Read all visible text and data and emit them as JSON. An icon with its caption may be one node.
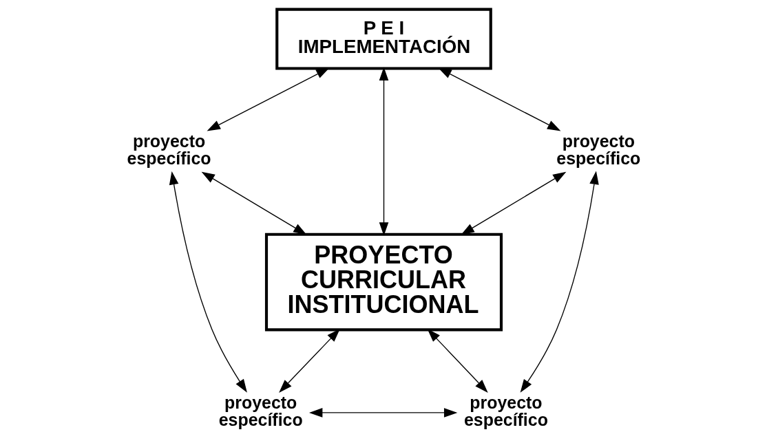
{
  "diagram": {
    "nodes": [
      {
        "text": [
          "P E I IMPLEMENTACIÓN"
        ]
      },
      {
        "text": [
          "proyecto específico"
        ]
      },
      {
        "text": [
          "proyecto específico"
        ]
      },
      {
        "text": [
          "PROYECTO CURRICULAR INSTITUCIONAL"
        ]
      },
      {
        "text": [
          "proyecto específico"
        ]
      },
      {
        "text": [
          "proyecto específico"
        ]
      }
    ],
    "edges": [
      {
        "from": 0,
        "to": 1,
        "arrow": "both"
      },
      {
        "from": 0,
        "to": 3,
        "arrow": "both"
      },
      {
        "from": 0,
        "to": 2,
        "arrow": "both"
      },
      {
        "from": 1,
        "to": 3,
        "arrow": "both"
      },
      {
        "from": 2,
        "to": 3,
        "arrow": "both"
      },
      {
        "from": 1,
        "to": 4,
        "arrow": "both"
      },
      {
        "from": 2,
        "to": 5,
        "arrow": "both"
      },
      {
        "from": 3,
        "to": 4,
        "arrow": "both"
      },
      {
        "from": 3,
        "to": 5,
        "arrow": "both"
      },
      {
        "from": 4,
        "to": 5,
        "arrow": "both"
      }
    ]
  }
}
